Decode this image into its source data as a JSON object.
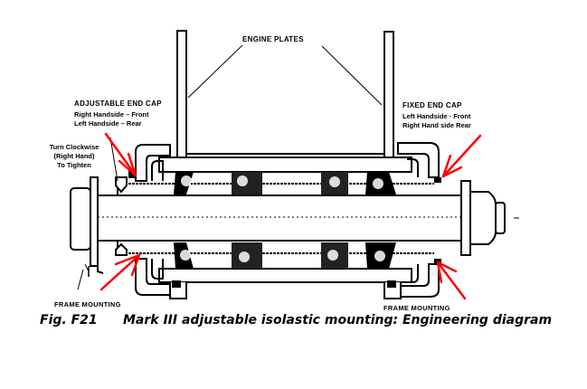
{
  "labels": {
    "engine_plates": "ENGINE PLATES",
    "adjustable_end_cap": {
      "title": "ADJUSTABLE END CAP",
      "line1": "Right Handside  –  Front",
      "line2": "Left Handside – Rear"
    },
    "fixed_end_cap": {
      "title": "FIXED END CAP",
      "line1": "Left Handside  ·  Front",
      "line2": "Right Hand side     Rear"
    },
    "turn_clockwise": {
      "line1": "Turn Clockwise",
      "line2": "(Right Hand)",
      "line3": "To Tighten"
    },
    "frame_mounting_left": "FRAME MOUNTING",
    "frame_mounting_right": "FRAME MOUNTING"
  },
  "caption": {
    "figure": "Fig. F21",
    "text": "Mark III adjustable isolastic mounting: Engineering diagram"
  },
  "colors": {
    "ink": "#000000",
    "annotation_arrow": "#ff0000",
    "background": "#ffffff"
  }
}
